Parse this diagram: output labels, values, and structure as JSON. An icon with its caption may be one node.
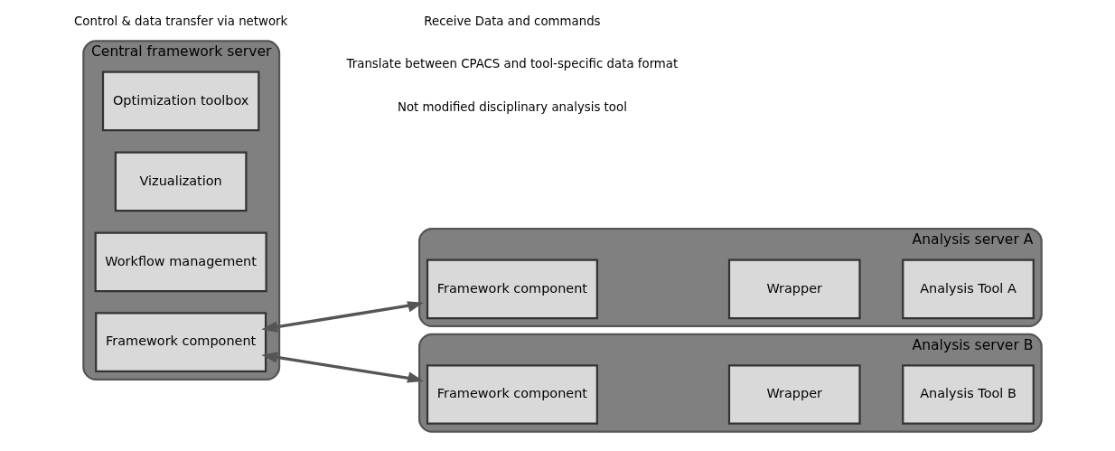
{
  "diagram": {
    "nodes": [
      {
        "text": [],
        "shape": "box",
        "beside": [
          "Central framework server"
        ]
      },
      {
        "text": [
          "Optimization toolbox"
        ],
        "in": 0
      },
      {
        "text": [
          "Vizualization"
        ],
        "in": 0
      },
      {
        "text": [
          "Workflow management"
        ],
        "in": 0
      },
      {
        "text": [
          "Framework component"
        ],
        "in": 0
      },
      {
        "text": [],
        "shape": "box",
        "beside": [
          "Analysis server A"
        ]
      },
      {
        "text": [
          "Framework component"
        ],
        "in": 5
      },
      {
        "text": [
          "Wrapper"
        ],
        "in": 5
      },
      {
        "text": [
          "Analysis Tool A"
        ],
        "in": 5
      },
      {
        "text": [],
        "shape": "box",
        "beside": [
          "Analysis server B"
        ]
      },
      {
        "text": [
          "Framework component"
        ],
        "in": 9
      },
      {
        "text": [
          "Wrapper"
        ],
        "in": 9
      },
      {
        "text": [
          "Analysis Tool B"
        ],
        "in": 9
      }
    ],
    "edges": [
      {
        "from": 4,
        "to": 5,
        "arrow": "both"
      },
      {
        "from": 4,
        "to": 9,
        "arrow": "both"
      }
    ],
    "labels": [
      "Control & data transfer via network",
      "Receive Data and commands",
      "Translate between CPACS and tool-specific data format",
      "Not modified disciplinary analysis tool"
    ]
  }
}
